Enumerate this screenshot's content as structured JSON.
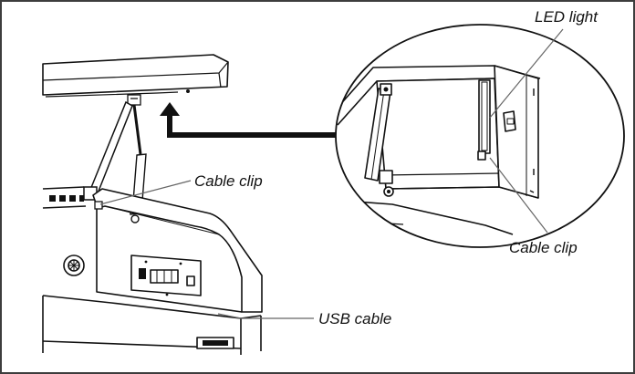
{
  "labels": {
    "led_light": "LED light",
    "cable_clip_left": "Cable clip",
    "cable_clip_right": "Cable clip",
    "usb_cable": "USB cable"
  },
  "colors": {
    "ink": "#111111",
    "line_gray": "#666666",
    "frame_border": "#3d3d3d",
    "background": "#ffffff"
  },
  "icons": {
    "arrow": "thick-black-arrow",
    "magnifier": "detail-circle"
  }
}
